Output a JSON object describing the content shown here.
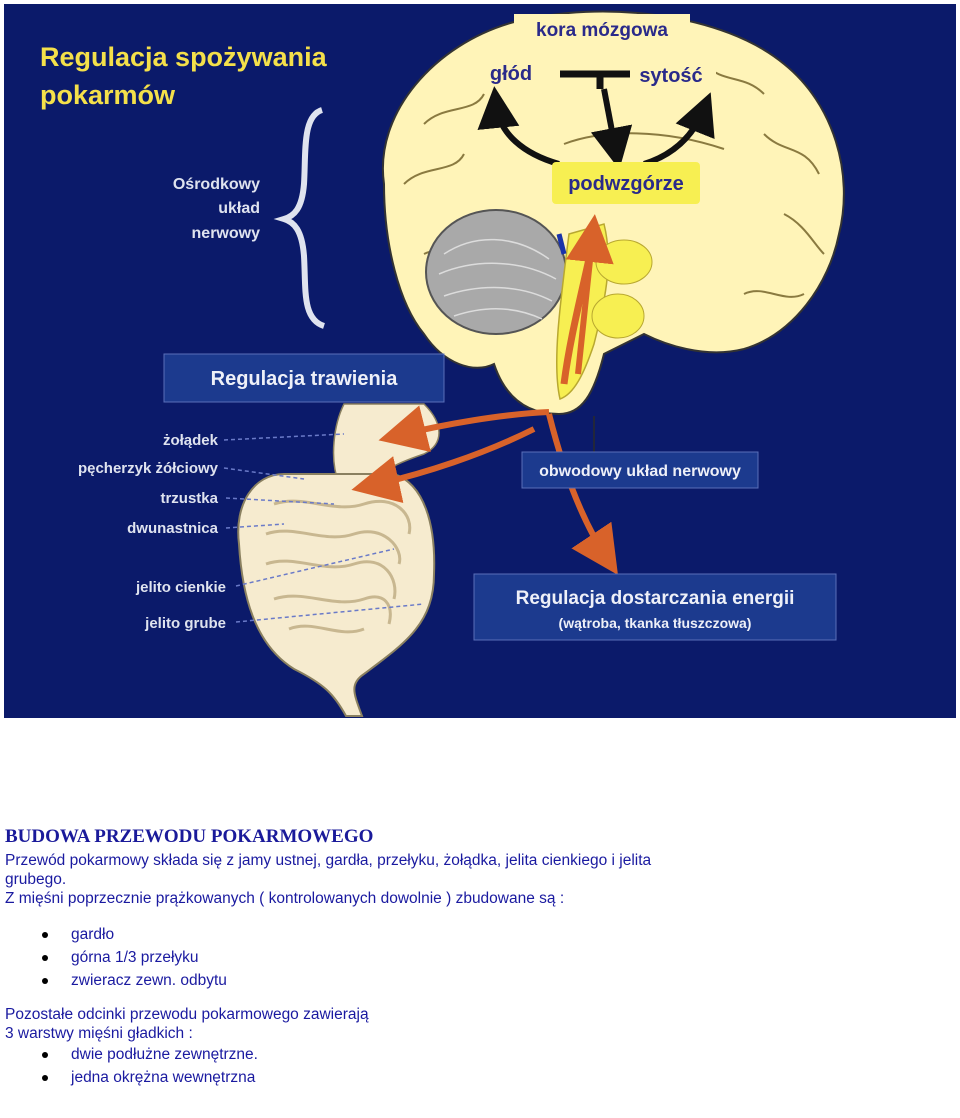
{
  "figure": {
    "title_line1": "Regulacja spożywania",
    "title_line2": "pokarmów",
    "cns_line1": "Ośrodkowy",
    "cns_line2": "układ",
    "cns_line3": "nerwowy",
    "cortex": "kora mózgowa",
    "hunger": "głód",
    "satiety": "sytość",
    "hypothalamus": "podwzgórze",
    "digestion": "Regulacja trawienia",
    "organs": [
      "żołądek",
      "pęcherzyk żółciowy",
      "trzustka",
      "dwunastnica",
      "jelito cienkie",
      "jelito grube"
    ],
    "peripheral": "obwodowy układ nerwowy",
    "energy_line1": "Regulacja dostarczania energii",
    "energy_line2": "(wątroba, tkanka tłuszczowa)",
    "colors": {
      "background": "#0b1a6a",
      "brain": "#fff4b8",
      "highlight": "#f7ef52",
      "arrow": "#d8622a",
      "label_box": "#1c3a8e"
    }
  },
  "document": {
    "heading": "BUDOWA PRZEWODU POKARMOWEGO",
    "para1_line1": "Przewód pokarmowy składa się z jamy ustnej, gardła, przełyku, żołądka, jelita cienkiego i jelita",
    "para1_line2": "grubego.",
    "para2": "Z mięśni  poprzecznie prążkowanych ( kontrolowanych dowolnie ) zbudowane są :",
    "list1": [
      "gardło",
      "górna 1/3 przełyku",
      "zwieracz zewn. odbytu"
    ],
    "para3_line1": "Pozostałe   odcinki  przewodu pokarmowego zawierają",
    "para3_line2": "3 warstwy mięśni gładkich :",
    "list2": [
      "dwie podłużne  zewnętrzne.",
      "jedna okrężna wewnętrzna"
    ]
  }
}
